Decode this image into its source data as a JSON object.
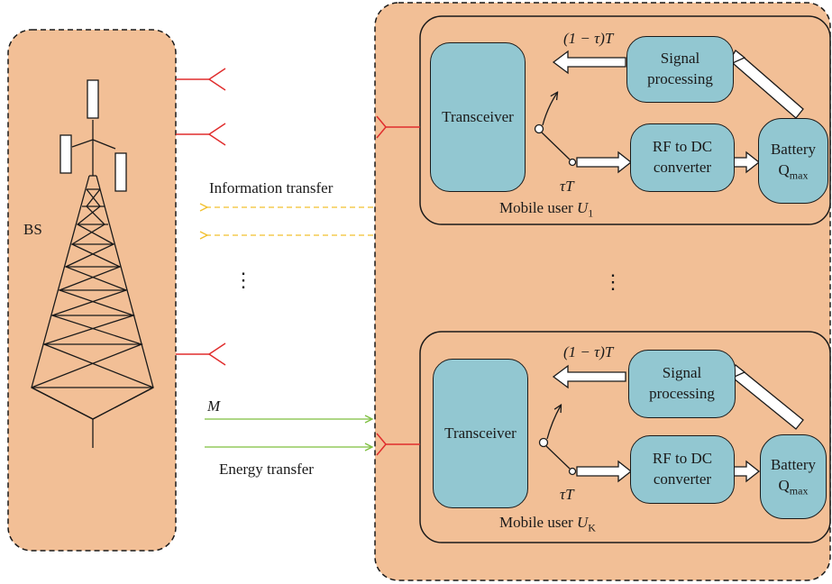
{
  "colors": {
    "panel_fill": "#f2bf96",
    "block_fill": "#92c7d1",
    "antenna": "#e02d2d",
    "info_arrow": "#f2c12e",
    "energy_arrow": "#7dbf3f",
    "line": "#1a1a1a"
  },
  "bs": {
    "label": "BS",
    "icon": "cell-tower-icon"
  },
  "links": {
    "info_label": "Information transfer",
    "energy_label": "Energy transfer",
    "antenna_count_label": "M",
    "dots": "⋮"
  },
  "users": [
    {
      "transceiver": "Transceiver",
      "signal_line1": "Signal",
      "signal_line2": "processing",
      "rf_line1": "RF to DC",
      "rf_line2": "converter",
      "battery_line1": "Battery",
      "battery_q": "Q",
      "battery_sub": "max",
      "top_arrow_label": "(1 − τ)T",
      "bottom_arrow_label": "τT",
      "caption_prefix": "Mobile user ",
      "caption_var": "U",
      "caption_sub": "1"
    },
    {
      "transceiver": "Transceiver",
      "signal_line1": "Signal",
      "signal_line2": "processing",
      "rf_line1": "RF to DC",
      "rf_line2": "converter",
      "battery_line1": "Battery",
      "battery_q": "Q",
      "battery_sub": "max",
      "top_arrow_label": "(1 − τ)T",
      "bottom_arrow_label": "τT",
      "caption_prefix": "Mobile user ",
      "caption_var": "U",
      "caption_sub": "K"
    }
  ],
  "users_dots": "⋮"
}
